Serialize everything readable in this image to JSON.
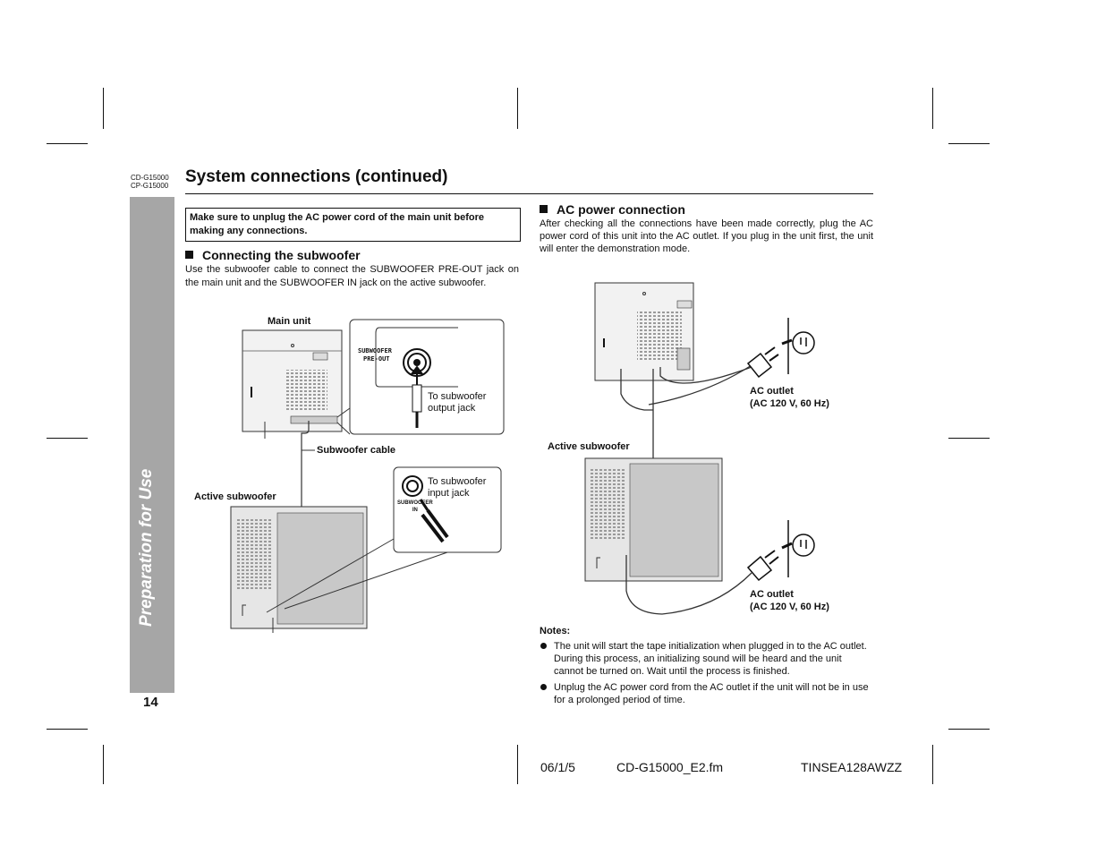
{
  "header": {
    "model_line1": "CD-G15000",
    "model_line2": "CP-G15000",
    "title": "System connections (continued)"
  },
  "sidebar": {
    "text": "Preparation for Use"
  },
  "page_number": "14",
  "warning": "Make sure to unplug the AC power cord of the main unit before making any connections.",
  "subwoofer_section": {
    "heading": "Connecting the subwoofer",
    "body": "Use the subwoofer cable to connect the SUBWOOFER PRE-OUT jack on the main unit and the SUBWOOFER IN jack on the active subwoofer.",
    "labels": {
      "main_unit": "Main unit",
      "subwoofer_cable": "Subwoofer cable",
      "active_subwoofer": "Active subwoofer",
      "to_output_line1": "To subwoofer",
      "to_output_line2": "output jack",
      "to_input_line1": "To subwoofer",
      "to_input_line2": "input jack",
      "preout_line1": "SUBWOOFER",
      "preout_line2": "PRE-OUT",
      "in_line1": "SUBWOOFER",
      "in_line2": "IN"
    }
  },
  "ac_section": {
    "heading": "AC power connection",
    "body": "After checking all the connections have been made correctly, plug the AC power cord of this unit into the AC outlet. If you plug in the unit first, the unit will enter the demonstration mode.",
    "labels": {
      "ac_outlet": "AC outlet",
      "ac_spec": "(AC 120 V, 60 Hz)",
      "active_subwoofer": "Active subwoofer"
    }
  },
  "notes": {
    "title": "Notes:",
    "items": [
      "The unit will start the tape initialization when plugged in to the AC outlet. During this process, an initializing sound will be heard and the unit cannot be turned on. Wait until the process is finished.",
      "Unplug the AC power cord from the AC outlet if the unit will not be in use for a prolonged period of time."
    ]
  },
  "footer": {
    "date": "06/1/5",
    "file": "CD-G15000_E2.fm",
    "code": "TINSEA128AWZZ"
  }
}
